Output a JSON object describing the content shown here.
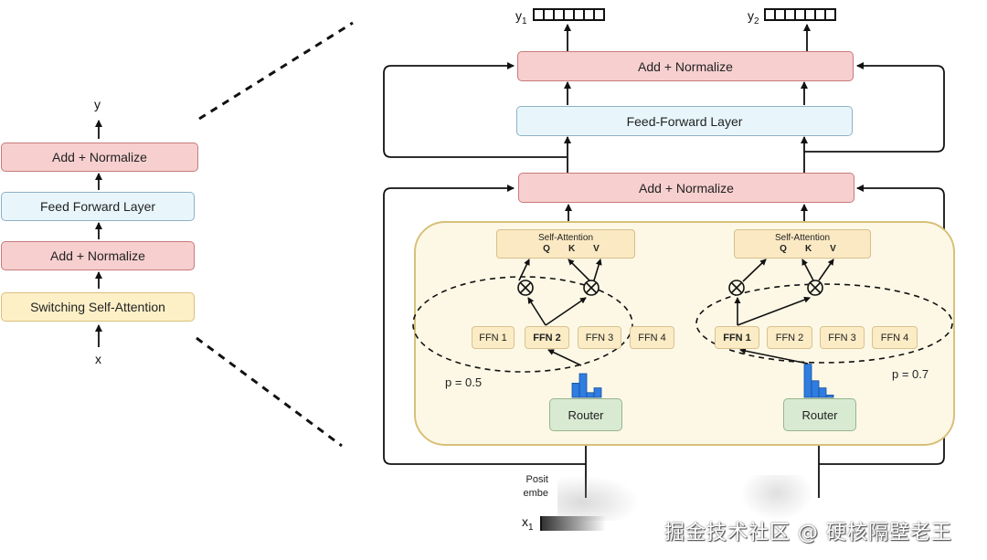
{
  "left_stack": {
    "output_label": "y",
    "input_label": "x",
    "layers": [
      "Add + Normalize",
      "Feed Forward Layer",
      "Add + Normalize",
      "Switching Self-Attention"
    ]
  },
  "right_detail": {
    "outputs": [
      {
        "label": "y",
        "sub": "1"
      },
      {
        "label": "y",
        "sub": "2"
      }
    ],
    "top_add_norm": "Add + Normalize",
    "feed_forward": "Feed-Forward Layer",
    "mid_add_norm": "Add + Normalize",
    "columns": [
      {
        "self_attention": "Self-Attention",
        "q": "Q",
        "k": "K",
        "v": "V",
        "ffns": [
          "FFN 1",
          "FFN 2",
          "FFN 3",
          "FFN 4"
        ],
        "selected_ffn": "FFN 2",
        "probability": "p = 0.5",
        "router": "Router",
        "router_distribution": [
          0.3,
          0.5,
          0.1,
          0.2
        ]
      },
      {
        "self_attention": "Self-Attention",
        "q": "Q",
        "k": "K",
        "v": "V",
        "ffns": [
          "FFN 1",
          "FFN 2",
          "FFN 3",
          "FFN 4"
        ],
        "selected_ffn": "FFN 1",
        "probability": "p = 0.7",
        "router": "Router",
        "router_distribution": [
          0.7,
          0.35,
          0.2,
          0.05
        ]
      }
    ],
    "positional_embedding_partial": [
      "Posit",
      "embe"
    ],
    "input_label": "x",
    "input_sub": "1"
  },
  "watermark": "掘金技术社区 @ 硬核隔壁老王",
  "colors": {
    "add_norm": "#f7cfcf",
    "feed_forward": "#e8f6fc",
    "attention": "#fdf0c7",
    "router": "#d9ead3",
    "histogram": "#2f7de1",
    "panel": "#fdf8e6"
  }
}
